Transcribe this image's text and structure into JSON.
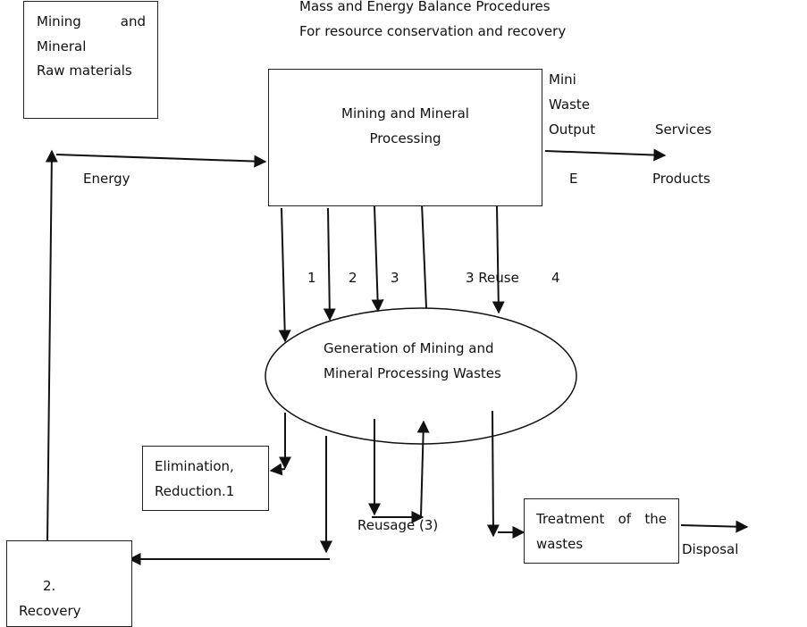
{
  "title": {
    "line1": "Mass and Energy Balance Procedures",
    "line2": "For resource conservation and recovery"
  },
  "raw_materials_box": {
    "line1_left": "Mining",
    "line1_right": "and",
    "line2": "Mineral",
    "line3": "Raw materials"
  },
  "processing_box": {
    "line1": "Mining and Mineral",
    "line2": "Processing"
  },
  "output_labels": {
    "mini": "Mini",
    "waste": "Waste",
    "output": "Output",
    "services": "Services",
    "e": "E",
    "products": "Products"
  },
  "energy_label": "Energy",
  "flow_numbers": {
    "n1": "1",
    "n2": "2",
    "n3": "3",
    "n3_reuse": "3 Reuse",
    "n4": "4"
  },
  "waste_ellipse": {
    "line1": "Generation of Mining and",
    "line2": "Mineral Processing Wastes"
  },
  "elimination_box": {
    "line1": "Elimination,",
    "line2": "Reduction.1"
  },
  "reusage_label": "Reusage (3)",
  "treatment_box": {
    "line1_words": [
      "Treatment",
      "of",
      "the"
    ],
    "line2": "wastes"
  },
  "disposal_label": "Disposal",
  "recovery_box": {
    "line1": "2.",
    "line2": "Recovery"
  },
  "colors": {
    "stroke": "#111111",
    "background": "#ffffff"
  }
}
